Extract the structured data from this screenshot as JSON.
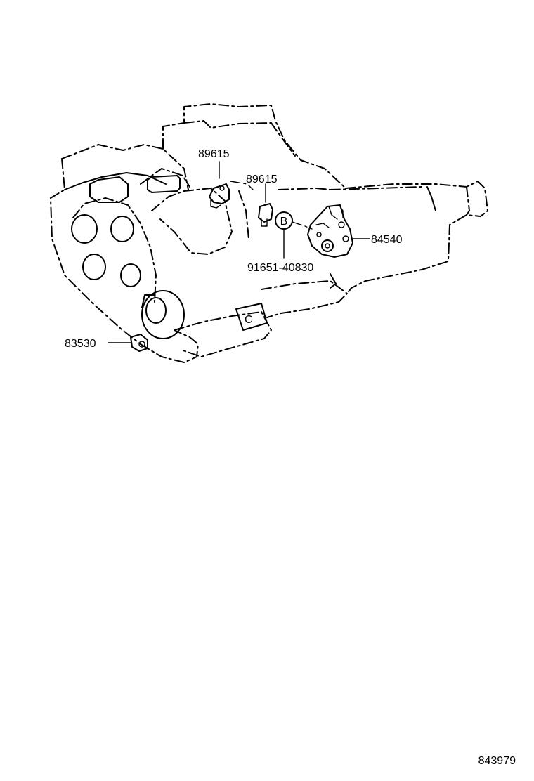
{
  "callouts": [
    {
      "id": "sensor-upper",
      "part_number": "89615"
    },
    {
      "id": "sensor-lower",
      "part_number": "89615"
    },
    {
      "id": "neutral-switch",
      "part_number": "84540"
    },
    {
      "id": "plug",
      "part_number": "91651-40830"
    },
    {
      "id": "speed-sensor",
      "part_number": "83530"
    }
  ],
  "reference_marker": {
    "letter": "B"
  },
  "inset_marker": {
    "letter": "C"
  },
  "illustration_number": "843979",
  "colors": {
    "ink": "#000000",
    "background": "#ffffff"
  }
}
